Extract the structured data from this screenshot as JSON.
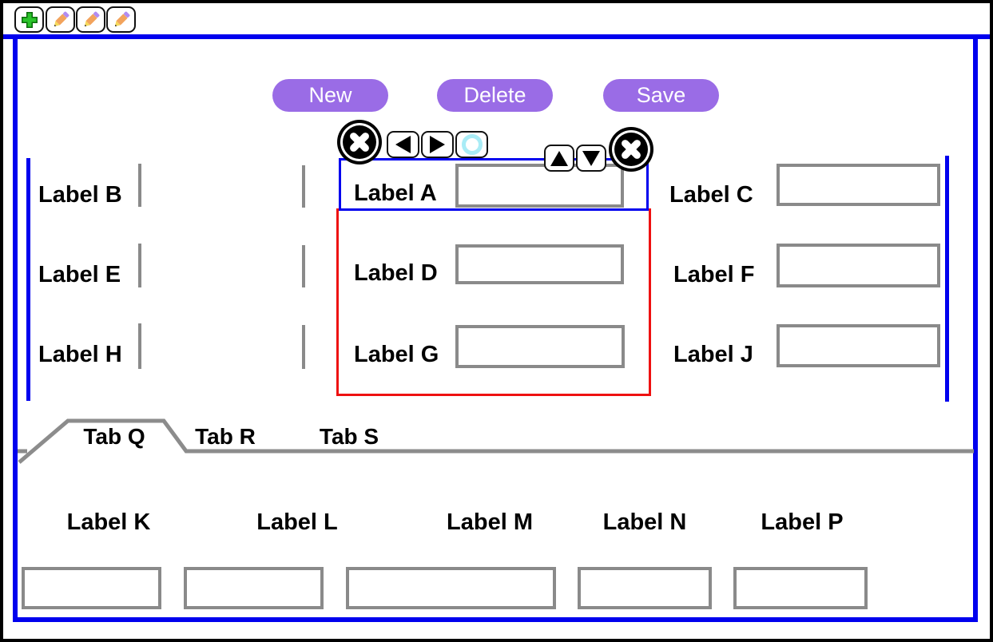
{
  "colors": {
    "accent-blue": "#0000ee",
    "accent-red": "#ee1111",
    "button-purple": "#9a6ce6",
    "border-gray": "#8a8a8a",
    "cyan-ring": "#a9ecf6",
    "plus-green": "#2bc42b",
    "pencil-orange": "#f2a35c",
    "pencil-purple": "#b18cf2",
    "pencil-yellow": "#f6d95a"
  },
  "toolbar": {
    "icons": [
      "plus-icon",
      "pencil-icon",
      "pencil-icon",
      "pencil-icon"
    ]
  },
  "actions": {
    "new_label": "New",
    "delete_label": "Delete",
    "save_label": "Save"
  },
  "detail_controls": {
    "icons": [
      "close-icon",
      "arrow-left-icon",
      "arrow-right-icon",
      "record-indicator-icon",
      "arrow-up-icon",
      "arrow-down-icon",
      "close-icon"
    ]
  },
  "fields": {
    "left": [
      {
        "label": "Label B",
        "value": ""
      },
      {
        "label": "Label E",
        "value": ""
      },
      {
        "label": "Label H",
        "value": ""
      }
    ],
    "center": {
      "primary": {
        "label": "Label A",
        "value": ""
      },
      "secondary": [
        {
          "label": "Label D",
          "value": ""
        },
        {
          "label": "Label G",
          "value": ""
        }
      ]
    },
    "right": [
      {
        "label": "Label C",
        "value": ""
      },
      {
        "label": "Label F",
        "value": ""
      },
      {
        "label": "Label J",
        "value": ""
      }
    ]
  },
  "tabs": [
    {
      "label": "Tab Q",
      "active": true
    },
    {
      "label": "Tab R",
      "active": false
    },
    {
      "label": "Tab S",
      "active": false
    }
  ],
  "tab_panel_fields": [
    {
      "label": "Label K",
      "value": ""
    },
    {
      "label": "Label L",
      "value": ""
    },
    {
      "label": "Label M",
      "value": ""
    },
    {
      "label": "Label N",
      "value": ""
    },
    {
      "label": "Label P",
      "value": ""
    }
  ]
}
